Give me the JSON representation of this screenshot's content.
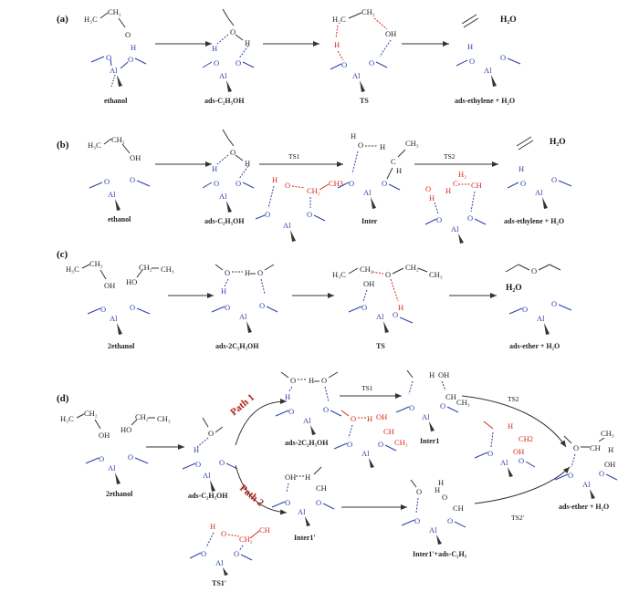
{
  "panels": [
    {
      "id": "a",
      "letter": "(a)",
      "labels": [
        "ethanol",
        "ads-C₂H₅OH",
        "TS",
        "ads-ethylene + H₂O"
      ],
      "product": "H₂O",
      "atoms": {
        "ethanol": [
          "H₃C",
          "CH₂",
          "O",
          "H",
          "O",
          "Al",
          "O"
        ],
        "ads": [
          "O",
          "H",
          "H",
          "O",
          "Al",
          "O"
        ],
        "ts": [
          "H₂C",
          "CH₂",
          "OH",
          "H",
          "O",
          "Al",
          "O"
        ],
        "prod": [
          "H",
          "O",
          "Al",
          "O"
        ]
      }
    },
    {
      "id": "b",
      "letter": "(b)",
      "labels": [
        "ethanol",
        "ads-C₂H₅OH",
        "Inter",
        "ads-ethylene + H₂O"
      ],
      "product": "H₂O",
      "steps": [
        "TS1",
        "TS2"
      ],
      "atoms": {
        "ethanol": [
          "H₃C",
          "CH₂",
          "OH",
          "O",
          "Al",
          "O"
        ],
        "ads": [
          "O",
          "H",
          "H",
          "O",
          "Al",
          "O"
        ],
        "ts1": [
          "H",
          "O",
          "CH₂",
          "CH3",
          "O",
          "Al",
          "O"
        ],
        "inter": [
          "H",
          "O",
          "H",
          "CH₃",
          "C",
          "H",
          "O",
          "Al",
          "O"
        ],
        "ts2": [
          "H₂",
          "C",
          "CH",
          "O",
          "H",
          "H",
          "O",
          "Al",
          "O"
        ],
        "prod": [
          "H",
          "O",
          "Al",
          "O"
        ]
      }
    },
    {
      "id": "c",
      "letter": "(c)",
      "labels": [
        "2ethanol",
        "ads-2C₂H₅OH",
        "TS",
        "ads-ether +  H₂O"
      ],
      "product": "H₂O",
      "atoms": {
        "ethanol": [
          "H₃C",
          "CH₂",
          "OH",
          "HO",
          "CH₂",
          "CH₃",
          "O",
          "Al",
          "O"
        ],
        "ads": [
          "O",
          "H",
          "O",
          "H",
          "O",
          "Al",
          "O"
        ],
        "ts": [
          "H₃C",
          "CH₂",
          "O",
          "CH₂",
          "CH₃",
          "OH",
          "H",
          "O",
          "Al",
          "O"
        ],
        "prod": [
          "O",
          "O",
          "Al",
          "O"
        ]
      }
    },
    {
      "id": "d",
      "letter": "(d)",
      "labels": [
        "2ethanol",
        "ads-C₂H₅OH",
        "ads-2C₂H₅OH",
        "Inter1",
        "Inter1'",
        "Inter1'+ads-C₂H₅",
        "ads-ether +  H₂O",
        "TS1'"
      ],
      "paths": [
        "Path 1",
        "Path 2"
      ],
      "steps": [
        "TS1",
        "TS2",
        "TS2'"
      ],
      "atoms": {
        "ethanol": [
          "H₃C",
          "CH₂",
          "OH",
          "HO",
          "CH₂",
          "CH₃",
          "O",
          "Al",
          "O"
        ],
        "ads": [
          "O",
          "H",
          "O",
          "Al",
          "O"
        ],
        "ads2": [
          "O",
          "H",
          "O",
          "H",
          "O",
          "Al",
          "O"
        ],
        "ts1": [
          "O",
          "H",
          "OH",
          "CH",
          "CH₃",
          "O",
          "Al",
          "O"
        ],
        "inter1": [
          "H",
          "OH",
          "CH",
          "CH₃",
          "O",
          "Al",
          "O"
        ],
        "ts2": [
          "H",
          "CH2",
          "OH",
          "O",
          "Al",
          "O"
        ],
        "final": [
          "CH₃",
          "O",
          "CH",
          "H",
          "OH",
          "O",
          "Al",
          "O"
        ],
        "ts1p": [
          "H",
          "O",
          "CH₂",
          "CH",
          "O",
          "Al",
          "O"
        ],
        "inter1p": [
          "OH",
          "H",
          "CH",
          "O",
          "Al",
          "O"
        ],
        "inter1pp": [
          "O",
          "H",
          "H",
          "O",
          "CH",
          "O",
          "Al",
          "O"
        ]
      }
    }
  ]
}
